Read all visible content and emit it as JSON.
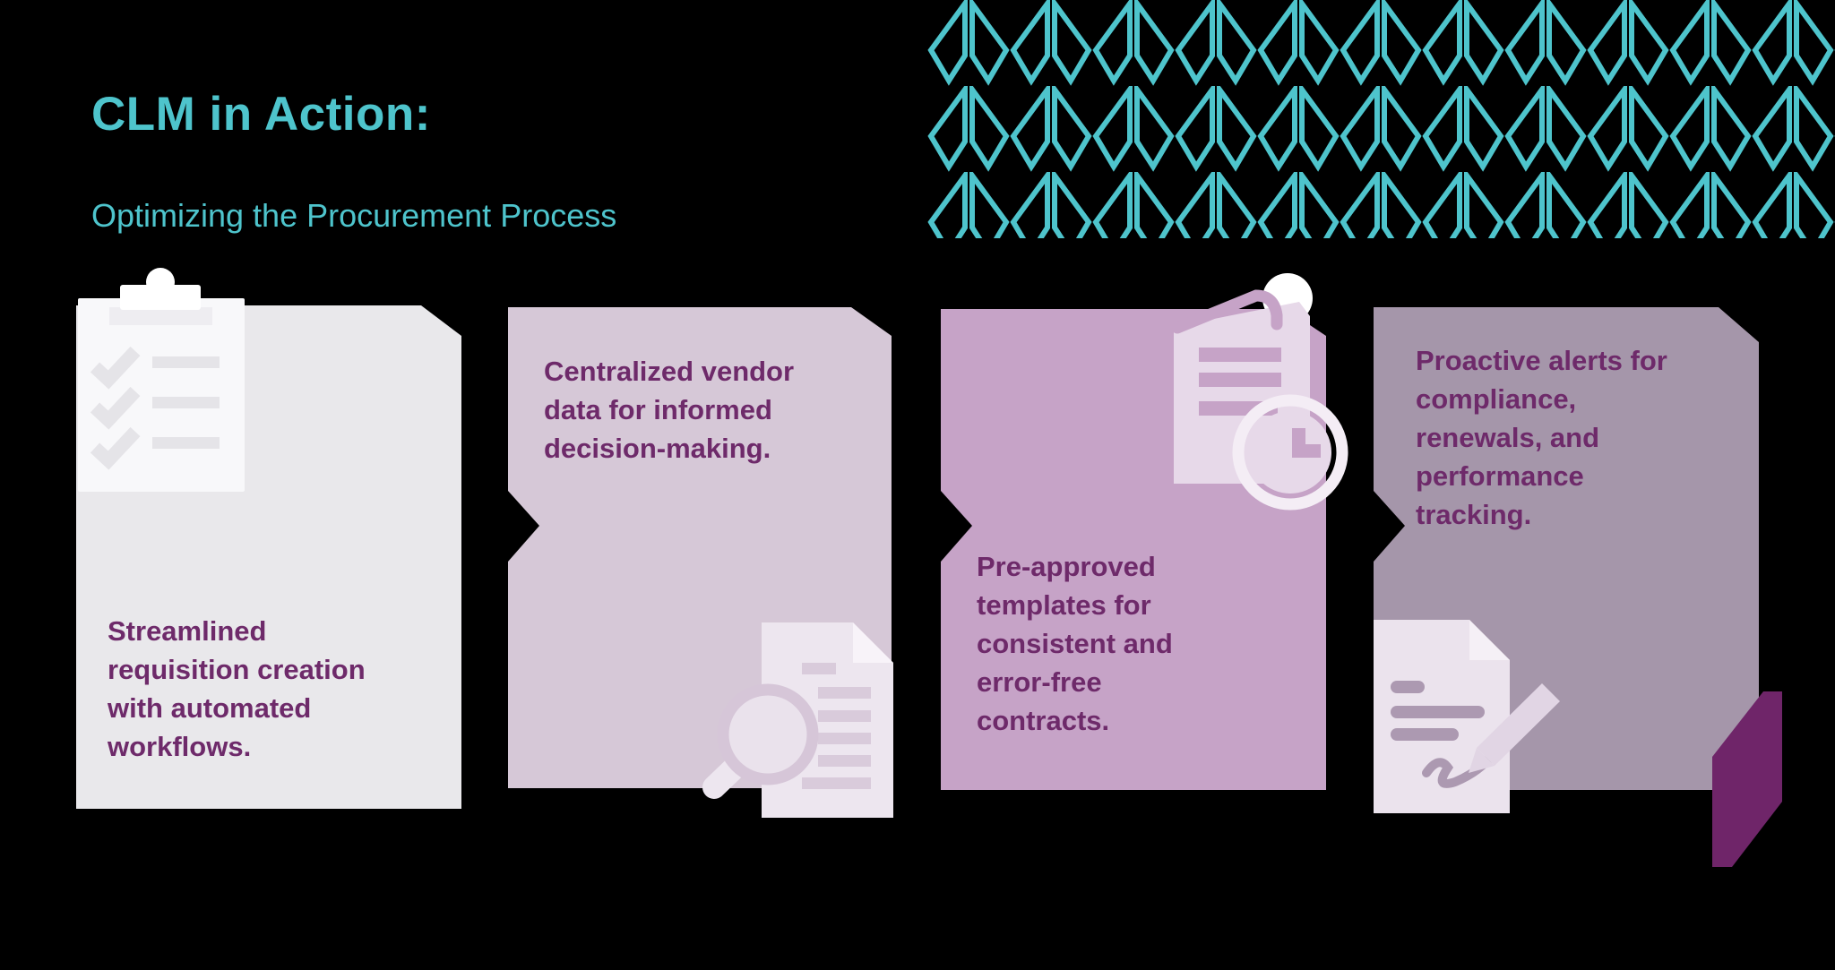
{
  "header": {
    "title": "CLM in Action:",
    "subtitle": "Optimizing the Procurement Process"
  },
  "cards": [
    {
      "id": "requisition",
      "icon": "checklist-clipboard",
      "text": "Streamlined\nrequisition creation\nwith automated\nworkflows."
    },
    {
      "id": "vendor-data",
      "icon": "document-search",
      "text": "Centralized vendor\ndata for informed\ndecision-making."
    },
    {
      "id": "templates",
      "icon": "document-clock",
      "text": "Pre-approved\ntemplates for\nconsistent and\nerror-free\ncontracts."
    },
    {
      "id": "alerts",
      "icon": "document-signature",
      "text": "Proactive alerts for\ncompliance,\nrenewals, and\nperformance\ntracking."
    }
  ],
  "colors": {
    "background": "#000000",
    "accent_teal": "#4EC4CC",
    "card_1": "#E9E8EB",
    "card_2": "#D6C8D7",
    "card_3": "#C6A3C7",
    "card_4": "#A596AA",
    "text_purple": "#6E2A6A",
    "ribbon": "#6F2569"
  }
}
